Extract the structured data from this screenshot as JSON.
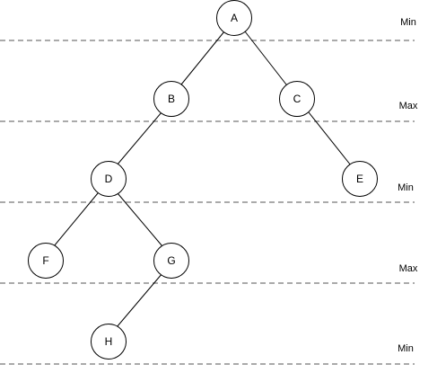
{
  "levels": [
    {
      "id": "level-0",
      "label": "Min"
    },
    {
      "id": "level-1",
      "label": "Max"
    },
    {
      "id": "level-2",
      "label": "Min"
    },
    {
      "id": "level-3",
      "label": "Max"
    },
    {
      "id": "level-4",
      "label": "Min"
    }
  ],
  "nodes": [
    {
      "id": "A",
      "label": "A"
    },
    {
      "id": "B",
      "label": "B"
    },
    {
      "id": "C",
      "label": "C"
    },
    {
      "id": "D",
      "label": "D"
    },
    {
      "id": "E",
      "label": "E"
    },
    {
      "id": "F",
      "label": "F"
    },
    {
      "id": "G",
      "label": "G"
    },
    {
      "id": "H",
      "label": "H"
    }
  ],
  "edges": [
    {
      "from": "A",
      "to": "B"
    },
    {
      "from": "A",
      "to": "C"
    },
    {
      "from": "B",
      "to": "D"
    },
    {
      "from": "C",
      "to": "E"
    },
    {
      "from": "D",
      "to": "F"
    },
    {
      "from": "D",
      "to": "G"
    },
    {
      "from": "G",
      "to": "H"
    }
  ]
}
